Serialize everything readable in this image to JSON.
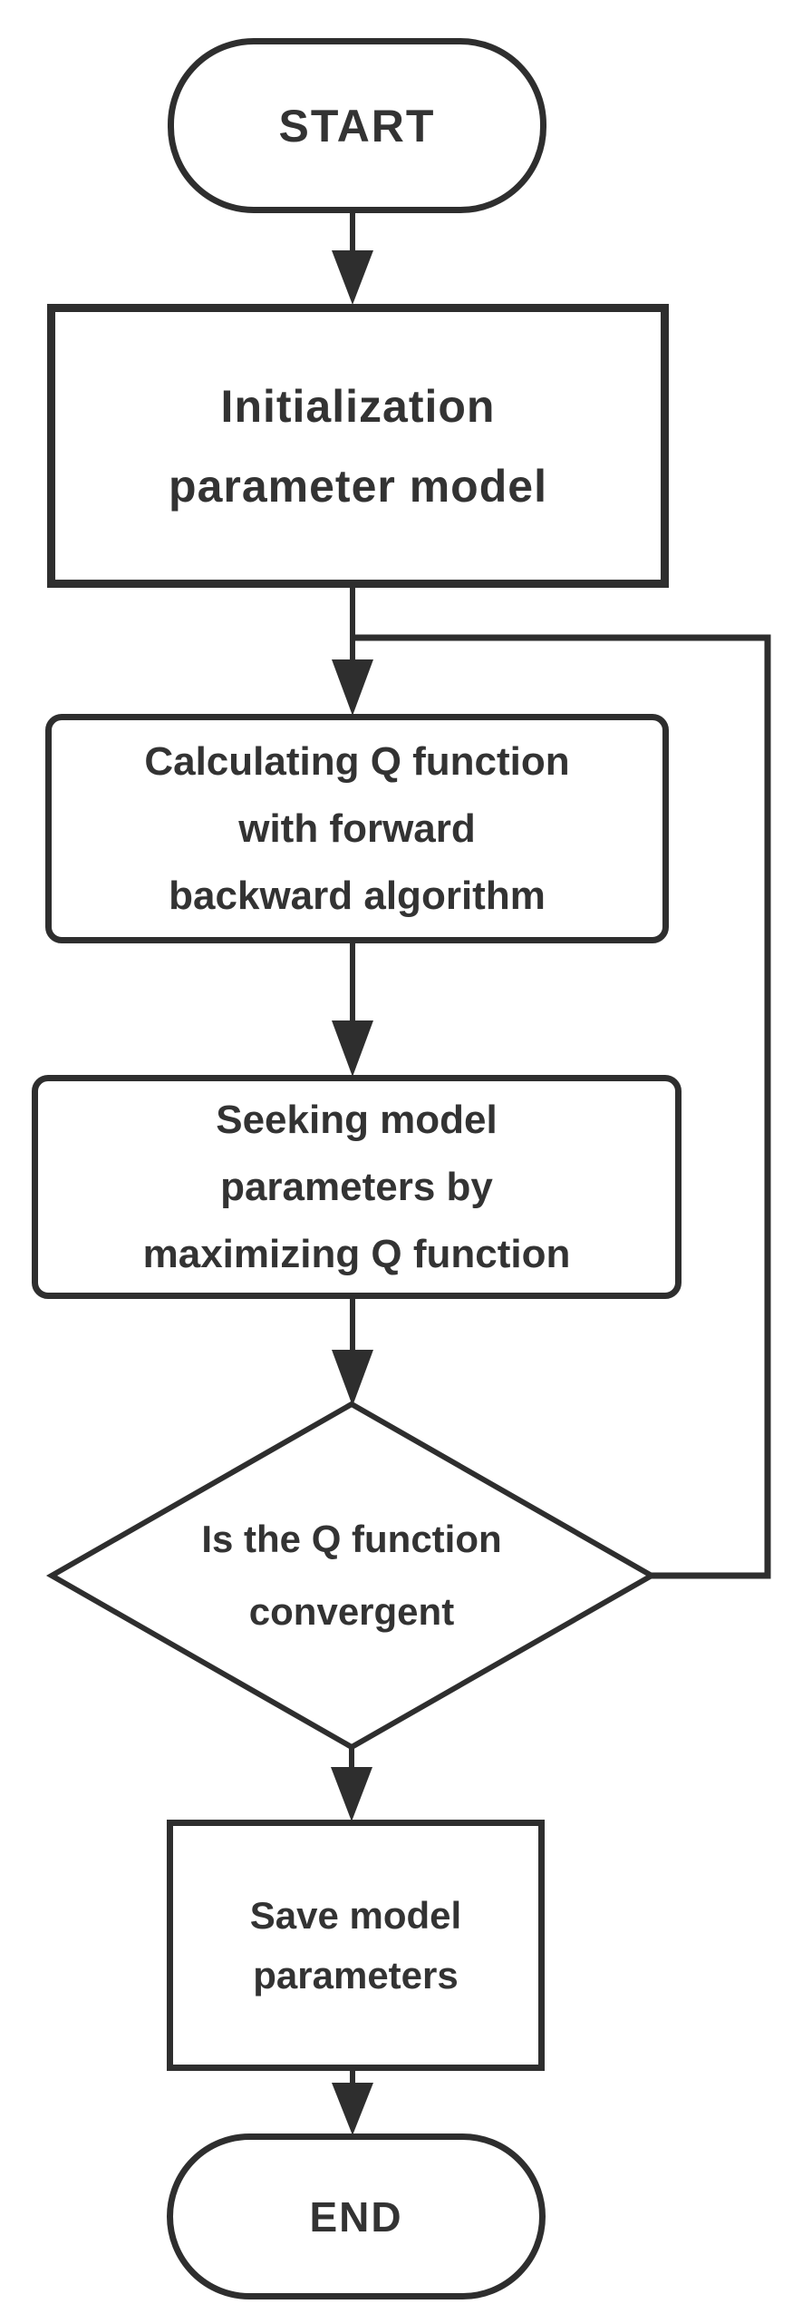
{
  "flowchart": {
    "nodes": {
      "start": {
        "shape": "stadium",
        "label": "START"
      },
      "init": {
        "shape": "rectangle",
        "lines": [
          "Initialization",
          "parameter model"
        ]
      },
      "calc": {
        "shape": "rounded-rectangle",
        "lines": [
          "Calculating Q function",
          "with forward",
          "backward algorithm"
        ]
      },
      "seek": {
        "shape": "rounded-rectangle",
        "lines": [
          "Seeking model",
          "parameters by",
          "maximizing Q function"
        ]
      },
      "decision": {
        "shape": "diamond",
        "lines": [
          "Is the Q function",
          "convergent"
        ]
      },
      "save": {
        "shape": "rectangle",
        "lines": [
          "Save model",
          "parameters"
        ]
      },
      "end": {
        "shape": "stadium",
        "label": "END"
      }
    },
    "edges": [
      {
        "from": "start",
        "to": "init"
      },
      {
        "from": "init",
        "to": "calc"
      },
      {
        "from": "calc",
        "to": "seek"
      },
      {
        "from": "seek",
        "to": "decision"
      },
      {
        "from": "decision",
        "to": "save"
      },
      {
        "from": "decision",
        "to": "calc",
        "kind": "loop-back"
      },
      {
        "from": "save",
        "to": "end"
      }
    ],
    "colors": {
      "stroke": "#2e2e2e",
      "text": "#333333",
      "background": "#ffffff"
    }
  }
}
